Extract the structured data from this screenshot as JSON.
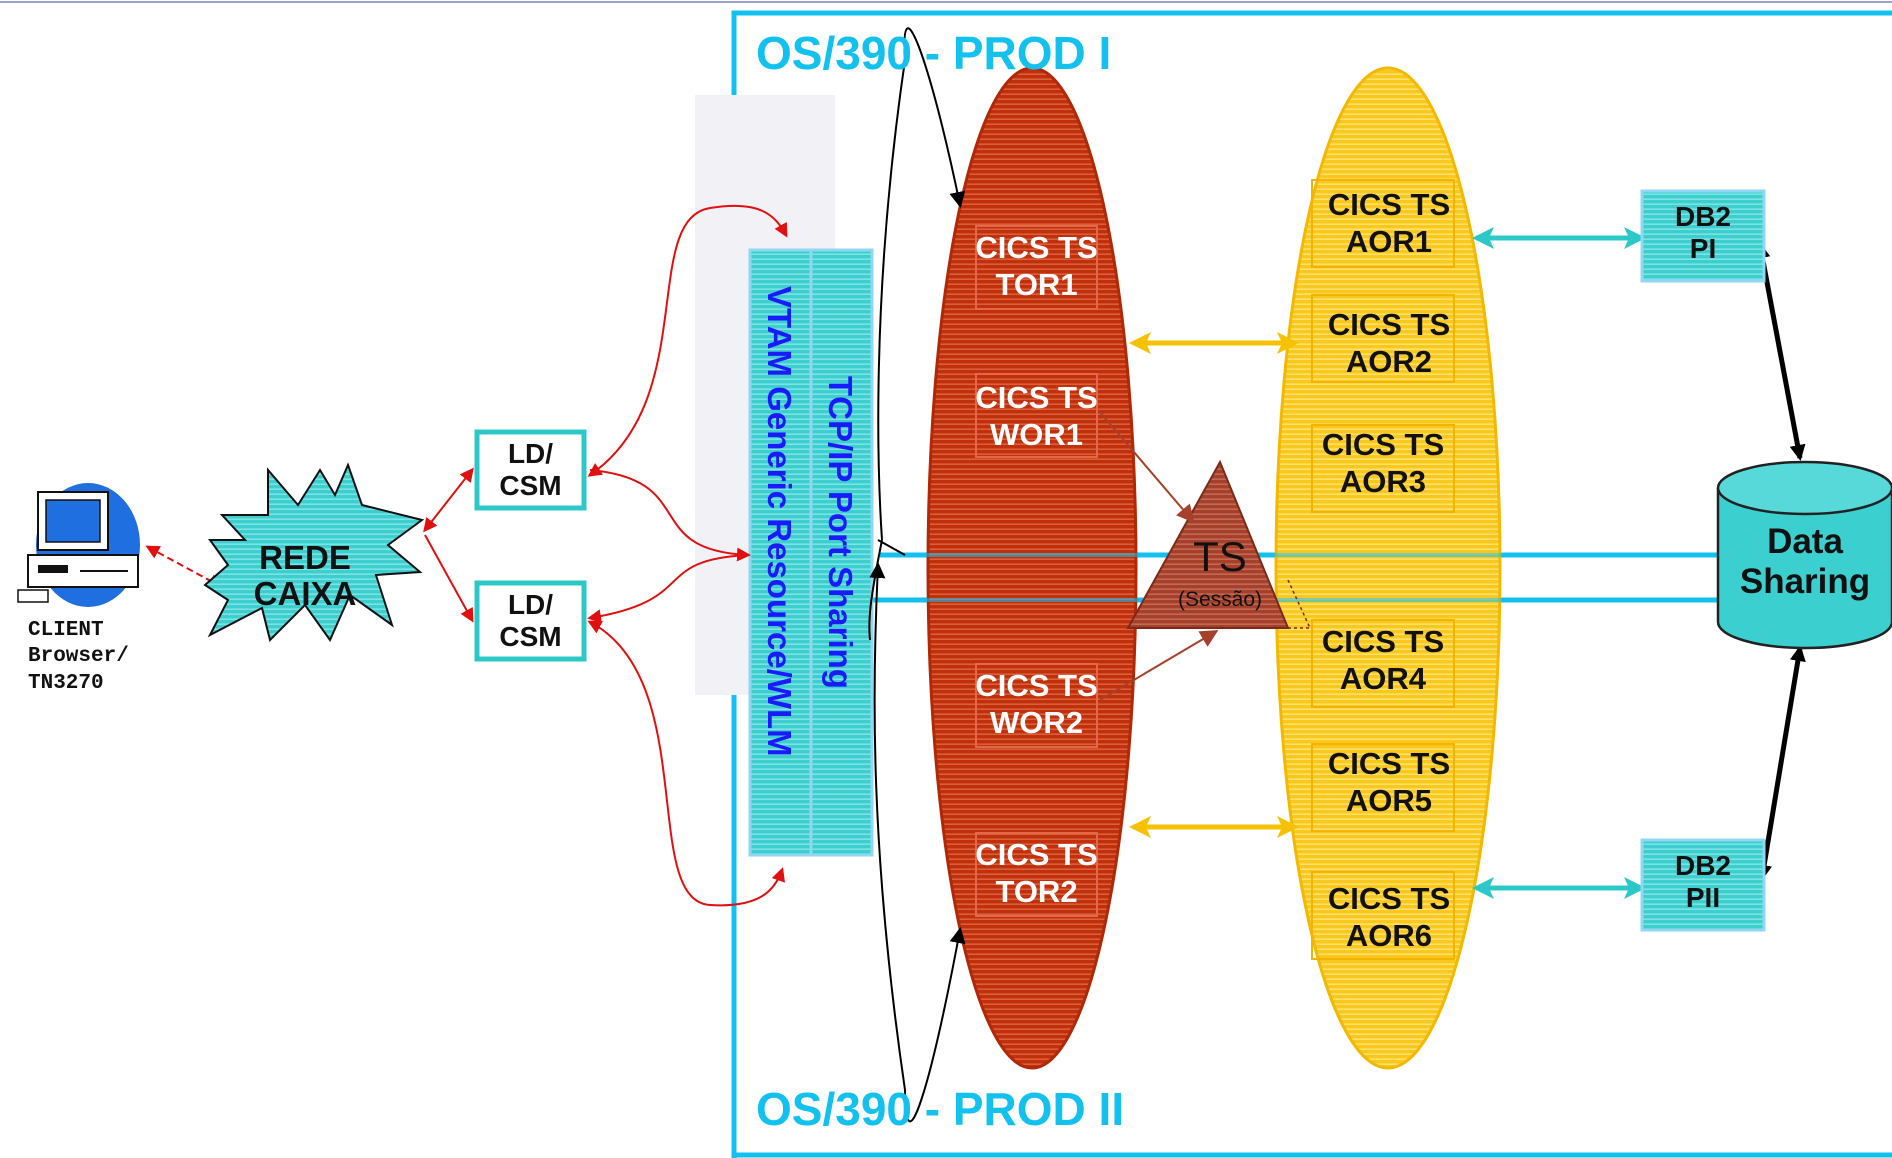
{
  "colors": {
    "system_border": "#12c1ee",
    "tor_ellipse": "#c1300b",
    "aor_ellipse": "#f9c81b",
    "ts_triangle": "#a6402a",
    "cyan_fill": "#3ccfcf",
    "link_red": "#e01010",
    "link_gold": "#f6c200",
    "link_cyan": "#2cc8c8",
    "vtam_text": "#1a1aff"
  },
  "systems": {
    "prod1": "OS/390 - PROD I",
    "prod2": "OS/390 - PROD II"
  },
  "client": {
    "label": "CLIENT\nBrowser/\nTN3270",
    "icon": "computer-icon"
  },
  "network": {
    "label": "REDE\nCAIXA"
  },
  "ld_csm": [
    {
      "line1": "LD/",
      "line2": "CSM"
    },
    {
      "line1": "LD/",
      "line2": "CSM"
    }
  ],
  "sharing": {
    "tcpip": "TCP/IP Port Sharing",
    "vtam": "VTAM Generic Resource/WLM"
  },
  "tor_regions": [
    {
      "line1": "CICS TS",
      "line2": "TOR1"
    },
    {
      "line1": "CICS TS",
      "line2": "WOR1"
    },
    {
      "line1": "CICS TS",
      "line2": "WOR2"
    },
    {
      "line1": "CICS TS",
      "line2": "TOR2"
    }
  ],
  "ts_queue": {
    "title": "TS",
    "subtitle": "(Sessão)"
  },
  "aor_regions": [
    {
      "line1": "CICS TS",
      "line2": "AOR1"
    },
    {
      "line1": "CICS TS",
      "line2": "AOR2"
    },
    {
      "line1": "CICS TS",
      "line2": "AOR3"
    },
    {
      "line1": "CICS TS",
      "line2": "AOR4"
    },
    {
      "line1": "CICS TS",
      "line2": "AOR5"
    },
    {
      "line1": "CICS TS",
      "line2": "AOR6"
    }
  ],
  "db2": [
    {
      "line1": "DB2",
      "line2": "PI"
    },
    {
      "line1": "DB2",
      "line2": "PII"
    }
  ],
  "data_sharing": {
    "line1": "Data",
    "line2": "Sharing"
  }
}
